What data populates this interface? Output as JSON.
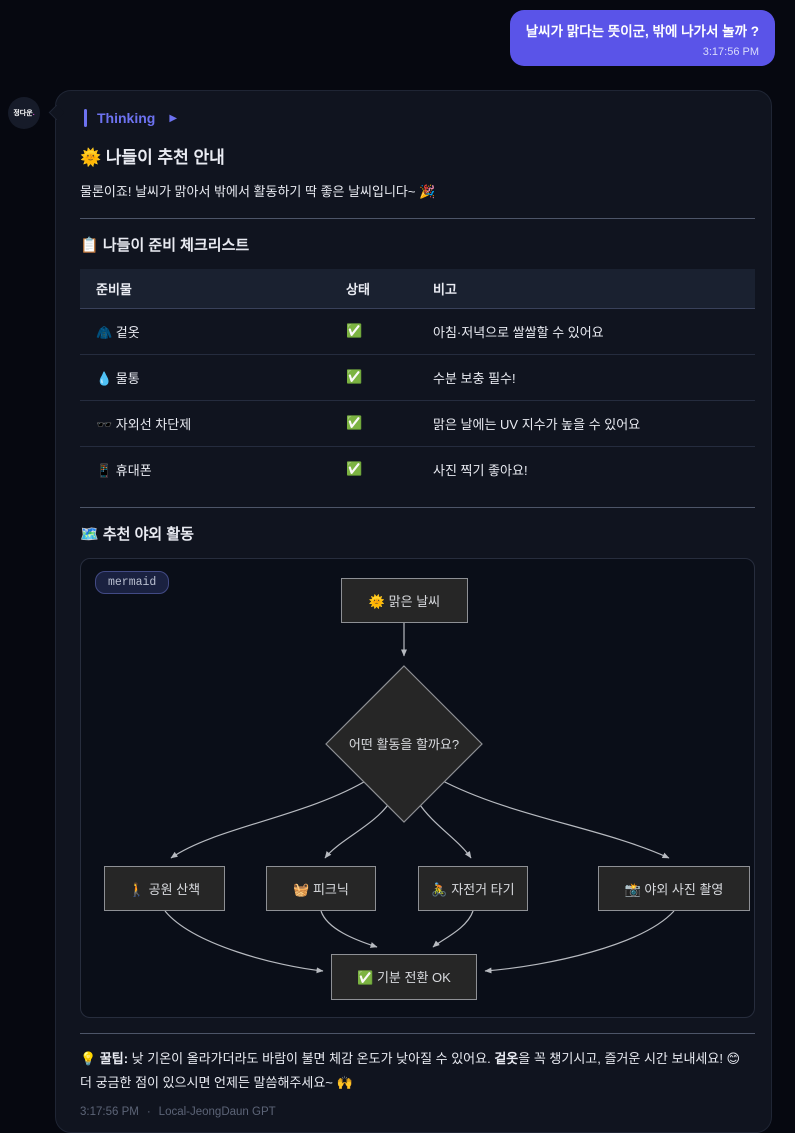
{
  "user_message": {
    "text": "날씨가 맑다는 뜻이군, 밖에 나가서 놀까 ?",
    "time": "3:17:56 PM"
  },
  "assistant": {
    "avatar_label": "정다운",
    "avatar_dot": ".",
    "thinking_label": "Thinking",
    "thinking_expand_icon": "▶",
    "title": "🌞 나들이 추천 안내",
    "intro": "물론이죠! 날씨가 맑아서 밖에서 활동하기 딱 좋은 날씨입니다~ 🎉",
    "checklist": {
      "heading": "📋 나들이 준비 체크리스트",
      "columns": [
        "준비물",
        "상태",
        "비고"
      ],
      "rows": [
        {
          "item": "🧥 겉옷",
          "status": "✅",
          "note": "아침·저녁으로 쌀쌀할 수 있어요"
        },
        {
          "item": "💧 물통",
          "status": "✅",
          "note": "수분 보충 필수!"
        },
        {
          "item": "🕶️ 자외선 차단제",
          "status": "✅",
          "note": "맑은 날에는 UV 지수가 높을 수 있어요"
        },
        {
          "item": "📱 휴대폰",
          "status": "✅",
          "note": "사진 찍기 좋아요!"
        }
      ]
    },
    "activities": {
      "heading": "🗺️ 추천 야외 활동",
      "code_badge": "mermaid",
      "diagram": {
        "start": "🌞 맑은 날씨",
        "question": "어떤 활동을 할까요?",
        "options": [
          "🚶 공원 산책",
          "🧺 피크닉",
          "🚴 자전거 타기",
          "📸 야외 사진 촬영"
        ],
        "end": "✅ 기분 전환 OK"
      }
    },
    "tip": {
      "label": "💡 꿀팁:",
      "body": " 낮 기온이 올라가더라도 바람이 불면 체감 온도가 낮아질 수 있어요. ",
      "bold": "겉옷",
      "tail": "을 꼭 챙기시고, 즐거운 시간 보내세요! 😊"
    },
    "closing": "더 궁금한 점이 있으시면 언제든 말씀해주세요~ 🙌",
    "meta": {
      "time": "3:17:56 PM",
      "separator": "·",
      "model": "Local-JeongDaun GPT"
    }
  },
  "colors": {
    "user_bubble": "#5a54e8",
    "assistant_bubble": "#10141f",
    "thinking_accent": "#6d72f0",
    "node_fill": "#262626",
    "node_border": "#8e9095",
    "edge": "#b7bac0",
    "status_ok": "#2ecc40"
  }
}
